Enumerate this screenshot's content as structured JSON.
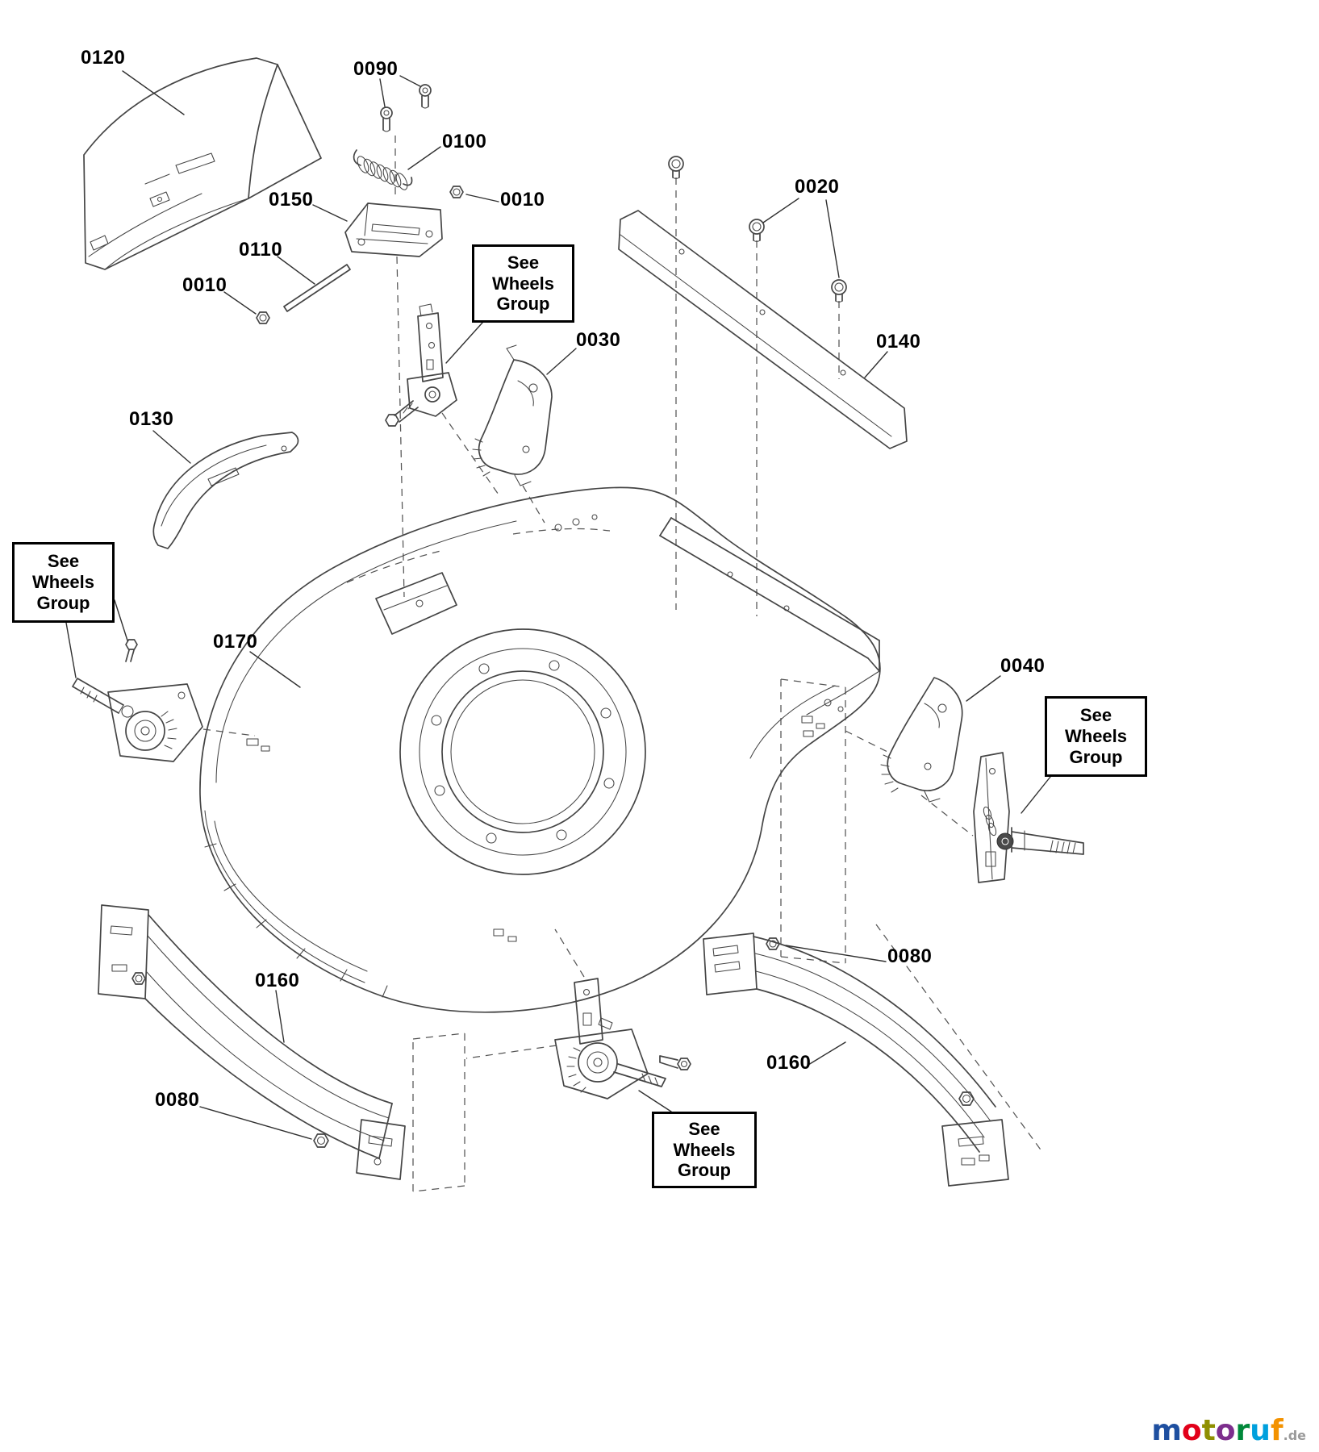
{
  "page": {
    "background": "#ffffff"
  },
  "diagram": {
    "type": "exploded-parts-diagram",
    "subject": "mower-deck-housing-assembly",
    "line_color": "#454545",
    "labels": {
      "l0120": "0120",
      "l0090": "0090",
      "l0100": "0100",
      "l0150": "0150",
      "l0010a": "0010",
      "l0110": "0110",
      "l0010b": "0010",
      "l0020": "0020",
      "l0030": "0030",
      "l0140": "0140",
      "l0130": "0130",
      "l0170": "0170",
      "l0040": "0040",
      "l0160a": "0160",
      "l0080a": "0080",
      "l0080b": "0080",
      "l0160b": "0160"
    },
    "callout": {
      "line1": "See",
      "line2": "Wheels",
      "line3": "Group"
    }
  },
  "watermark": {
    "letters": [
      {
        "char": "m",
        "color": "#1e4fa0"
      },
      {
        "char": "o",
        "color": "#e2001a"
      },
      {
        "char": "t",
        "color": "#8f8f00"
      },
      {
        "char": "o",
        "color": "#7d2e8d"
      },
      {
        "char": "r",
        "color": "#00883a"
      },
      {
        "char": "u",
        "color": "#00a0dd"
      },
      {
        "char": "f",
        "color": "#f39200"
      }
    ],
    "suffix": ".de",
    "suffix_color": "#9a9a9a"
  }
}
